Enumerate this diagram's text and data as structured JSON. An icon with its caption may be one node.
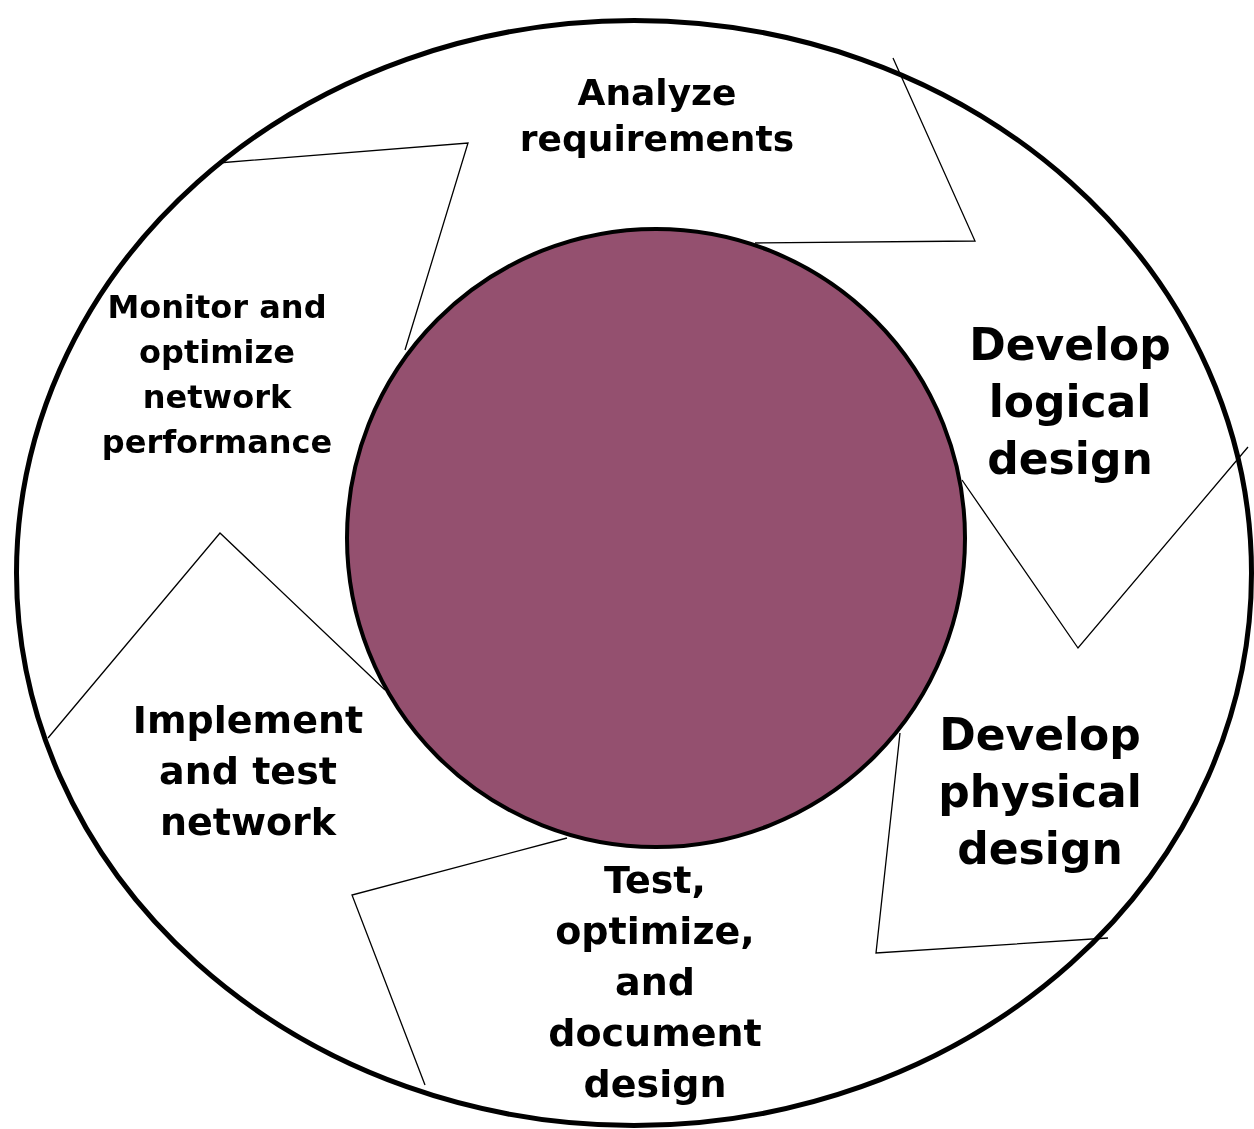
{
  "diagram": {
    "nodes": [
      {
        "text": [],
        "shape": "ellipse"
      },
      {
        "text": [],
        "shape": "circle",
        "in": 0
      },
      {
        "text": [
          "Analyze requirements"
        ],
        "in": 0
      },
      {
        "text": [
          "Develop logical design"
        ],
        "in": 0
      },
      {
        "text": [
          "Develop physical design"
        ],
        "in": 0
      },
      {
        "text": [
          "Test, optimize, and document design"
        ],
        "in": 0
      },
      {
        "text": [
          "Implement and test network"
        ],
        "in": 0
      },
      {
        "text": [
          "Monitor and optimize network performance"
        ],
        "in": 0
      }
    ]
  }
}
